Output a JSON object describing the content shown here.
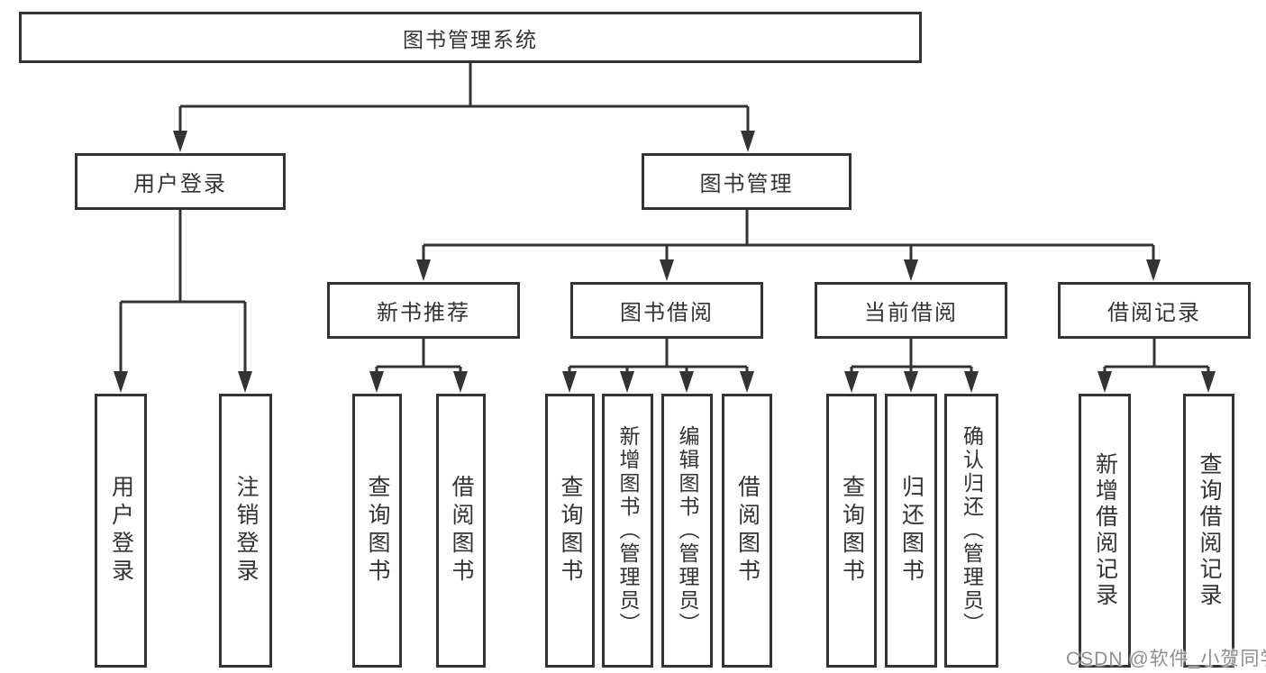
{
  "diagram": {
    "type": "hierarchy-tree",
    "line_color": "#333333",
    "text_color": "#333333",
    "box_background": "#ffffff",
    "root": {
      "label": "图书管理系统"
    },
    "branches": [
      {
        "label": "用户登录",
        "children": [
          {
            "label": "用户登录"
          },
          {
            "label": "注销登录"
          }
        ]
      },
      {
        "label": "图书管理",
        "children": [
          {
            "label": "新书推荐",
            "children": [
              {
                "label": "查询图书"
              },
              {
                "label": "借阅图书"
              }
            ]
          },
          {
            "label": "图书借阅",
            "children": [
              {
                "label": "查询图书"
              },
              {
                "label": "新增图书（管理员）"
              },
              {
                "label": "编辑图书（管理员）"
              },
              {
                "label": "借阅图书"
              }
            ]
          },
          {
            "label": "当前借阅",
            "children": [
              {
                "label": "查询图书"
              },
              {
                "label": "归还图书"
              },
              {
                "label": "确认归还（管理员）"
              }
            ]
          },
          {
            "label": "借阅记录",
            "children": [
              {
                "label": "新增借阅记录"
              },
              {
                "label": "查询借阅记录"
              }
            ]
          }
        ]
      }
    ]
  },
  "watermark": {
    "text": "CSDN @软件_小贺同学",
    "color": "#8f8f8f"
  }
}
